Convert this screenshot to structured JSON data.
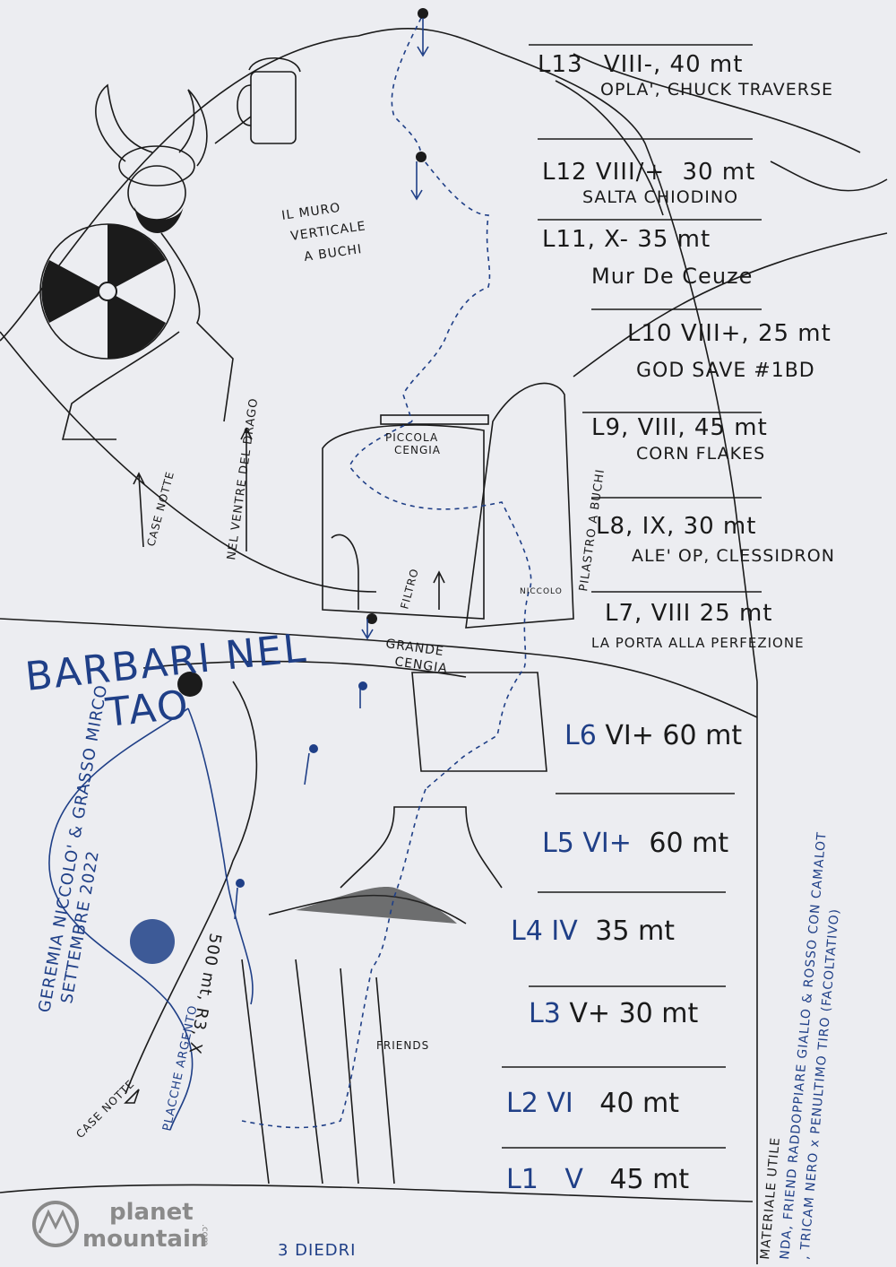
{
  "title": {
    "line1": "BARBARI NEL",
    "line2": "TAO"
  },
  "credits": {
    "authors": "GEREMIA NICCOLO' & GRASSO MIRCO",
    "date": "SETTEMBRE 2022",
    "length": "500 mt, R3, X"
  },
  "pitches": [
    {
      "id": "L13",
      "grade": "VIII-",
      "length": "40 mt",
      "name": "OPLA', CHUCK TRAVERSE"
    },
    {
      "id": "L12",
      "grade": "VIII/+",
      "length": "30 mt",
      "name": "SALTA CHIODINO"
    },
    {
      "id": "L11",
      "grade": "X-",
      "length": "35 mt",
      "name": "Mur De Ceuze"
    },
    {
      "id": "L10",
      "grade": "VIII+",
      "length": "25 mt",
      "name": "GOD SAVE #1BD"
    },
    {
      "id": "L9",
      "grade": "VIII",
      "length": "45 mt",
      "name": "CORN FLAKES"
    },
    {
      "id": "L8",
      "grade": "IX",
      "length": "30 mt",
      "name": "ALE' OP, CLESSIDRON"
    },
    {
      "id": "L7",
      "grade": "VIII",
      "length": "25 mt",
      "name": "LA PORTA ALLA PERFEZIONE"
    },
    {
      "id": "L6",
      "grade": "VI+",
      "length": "60 mt",
      "name": ""
    },
    {
      "id": "L5",
      "grade": "VI+",
      "length": "60 mt",
      "name": ""
    },
    {
      "id": "L4",
      "grade": "IV",
      "length": "35 mt",
      "name": ""
    },
    {
      "id": "L3",
      "grade": "V+",
      "length": "30 mt",
      "name": ""
    },
    {
      "id": "L2",
      "grade": "VI",
      "length": "40 mt",
      "name": ""
    },
    {
      "id": "L1",
      "grade": "V",
      "length": "45 mt",
      "name": ""
    }
  ],
  "features": {
    "muro": [
      "IL MURO",
      "VERTICALE",
      "A BUCHI"
    ],
    "piccola_cengia": [
      "PICCOLA",
      "CENGIA"
    ],
    "grande_cengia": [
      "GRANDE",
      "CENGIA"
    ],
    "ventre": "NEL VENTRE DEL DRAGO",
    "case_notte_top": "CASE NOTTE",
    "case_notte_bottom": "CASE NOTTE",
    "filtro": "FILTRO",
    "pilastro": "PILASTRO A BUCHI",
    "niccolo": "NICCOLO",
    "placche": "PLACCHE ARGENTO",
    "friends": "FRIENDS",
    "diedri": "3 DIEDRI"
  },
  "material": {
    "line1": "MATERIALE UTILE",
    "line2": "NDA, FRIEND RADDOPPIARE GIALLO & ROSSO CON CAMALOT",
    "line3": ", TRICAM NERO x PENULTIMO TIRO (FACOLTATIVO)"
  },
  "logo": {
    "line1": "planet",
    "line2": "mountain",
    "suffix": ".com"
  },
  "colors": {
    "ink": "#1b1b1b",
    "blue": "#1f3f87",
    "paper": "#ecedf1"
  }
}
